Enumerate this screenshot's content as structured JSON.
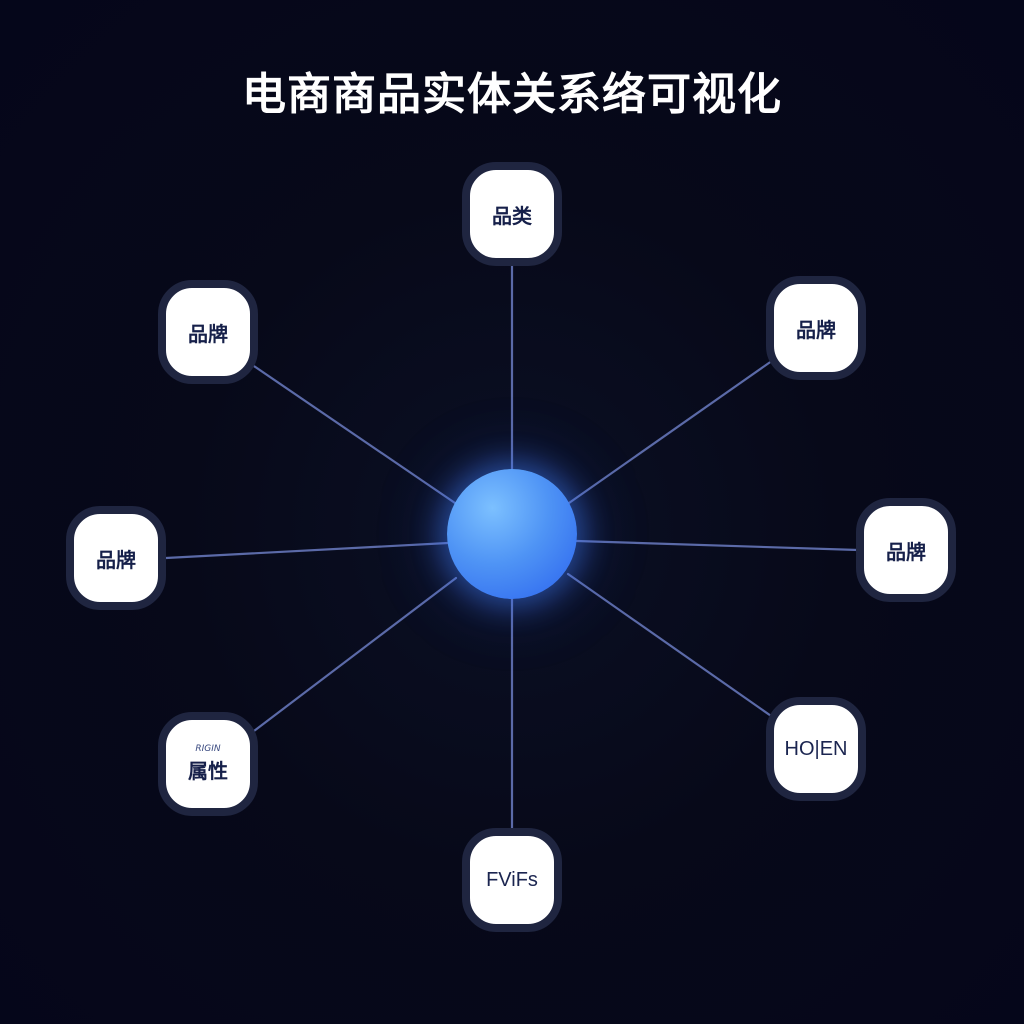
{
  "title": "电商商品实体关系络可视化",
  "hub": {
    "label": ""
  },
  "nodes": [
    {
      "id": "top",
      "label": "品类"
    },
    {
      "id": "upper-left",
      "label": "品牌"
    },
    {
      "id": "upper-right",
      "label": "品牌"
    },
    {
      "id": "left",
      "label": "品牌"
    },
    {
      "id": "right",
      "label": "品牌"
    },
    {
      "id": "lower-left",
      "label": "属性",
      "sublabel": "RIGIN"
    },
    {
      "id": "lower-right",
      "label": "HO|EN"
    },
    {
      "id": "bottom",
      "label": "FViFs"
    }
  ],
  "colors": {
    "background": "#06081a",
    "hub": "#4f94f5",
    "edge": "#5b6aa8",
    "node_fill": "#ffffff",
    "node_border": "#1f2540",
    "node_text": "#16204a"
  }
}
